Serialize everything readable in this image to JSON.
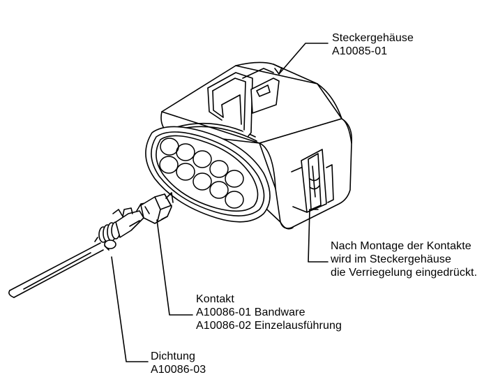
{
  "labels": {
    "housing": {
      "line1": "Steckergehäuse",
      "line2": "A10085-01"
    },
    "note": {
      "line1": "Nach Montage der Kontakte",
      "line2": "wird im Steckergehäuse",
      "line3": "die Verriegelung eingedrückt."
    },
    "contact": {
      "line1": "Kontakt",
      "line2": "A10086-01 Bandware",
      "line3": "A10086-02 Einzelausführung"
    },
    "seal": {
      "line1": "Dichtung",
      "line2": "A10086-03"
    }
  },
  "colors": {
    "line": "#000000",
    "background": "#ffffff"
  }
}
